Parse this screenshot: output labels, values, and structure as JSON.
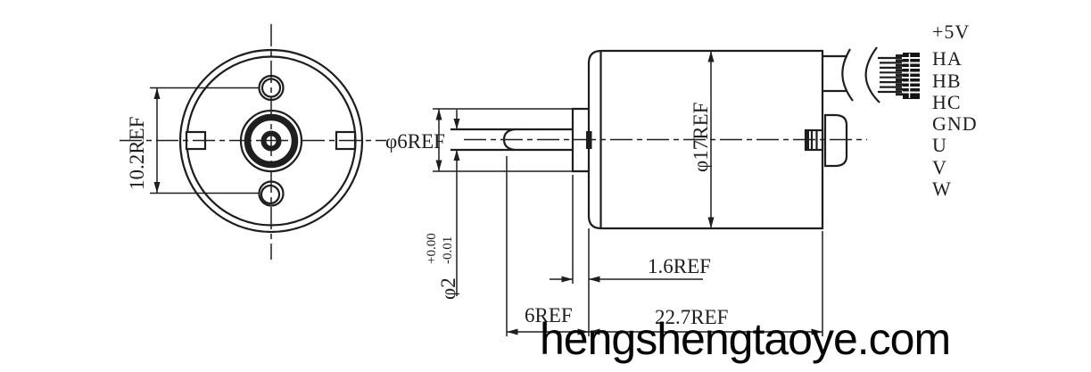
{
  "front_view": {
    "hole_spacing_dim": "10.2REF"
  },
  "side_view": {
    "boss_diameter_dim": "φ6REF",
    "shaft_diameter_dim": "φ2",
    "shaft_tol_upper": "+0.00",
    "shaft_tol_lower": "-0.01",
    "shaft_length_dim": "6REF",
    "boss_length_dim": "1.6REF",
    "body_length_dim": "22.7REF",
    "body_diameter_dim": "φ17REF"
  },
  "connector": {
    "wire_labels": [
      "+5V",
      "HA",
      "HB",
      "HC",
      "GND",
      "U",
      "V",
      "W"
    ]
  },
  "watermark": "hengshengtaoye.com",
  "colors": {
    "line": "#1e1e1e",
    "background": "#ffffff",
    "watermark": "#060606"
  }
}
